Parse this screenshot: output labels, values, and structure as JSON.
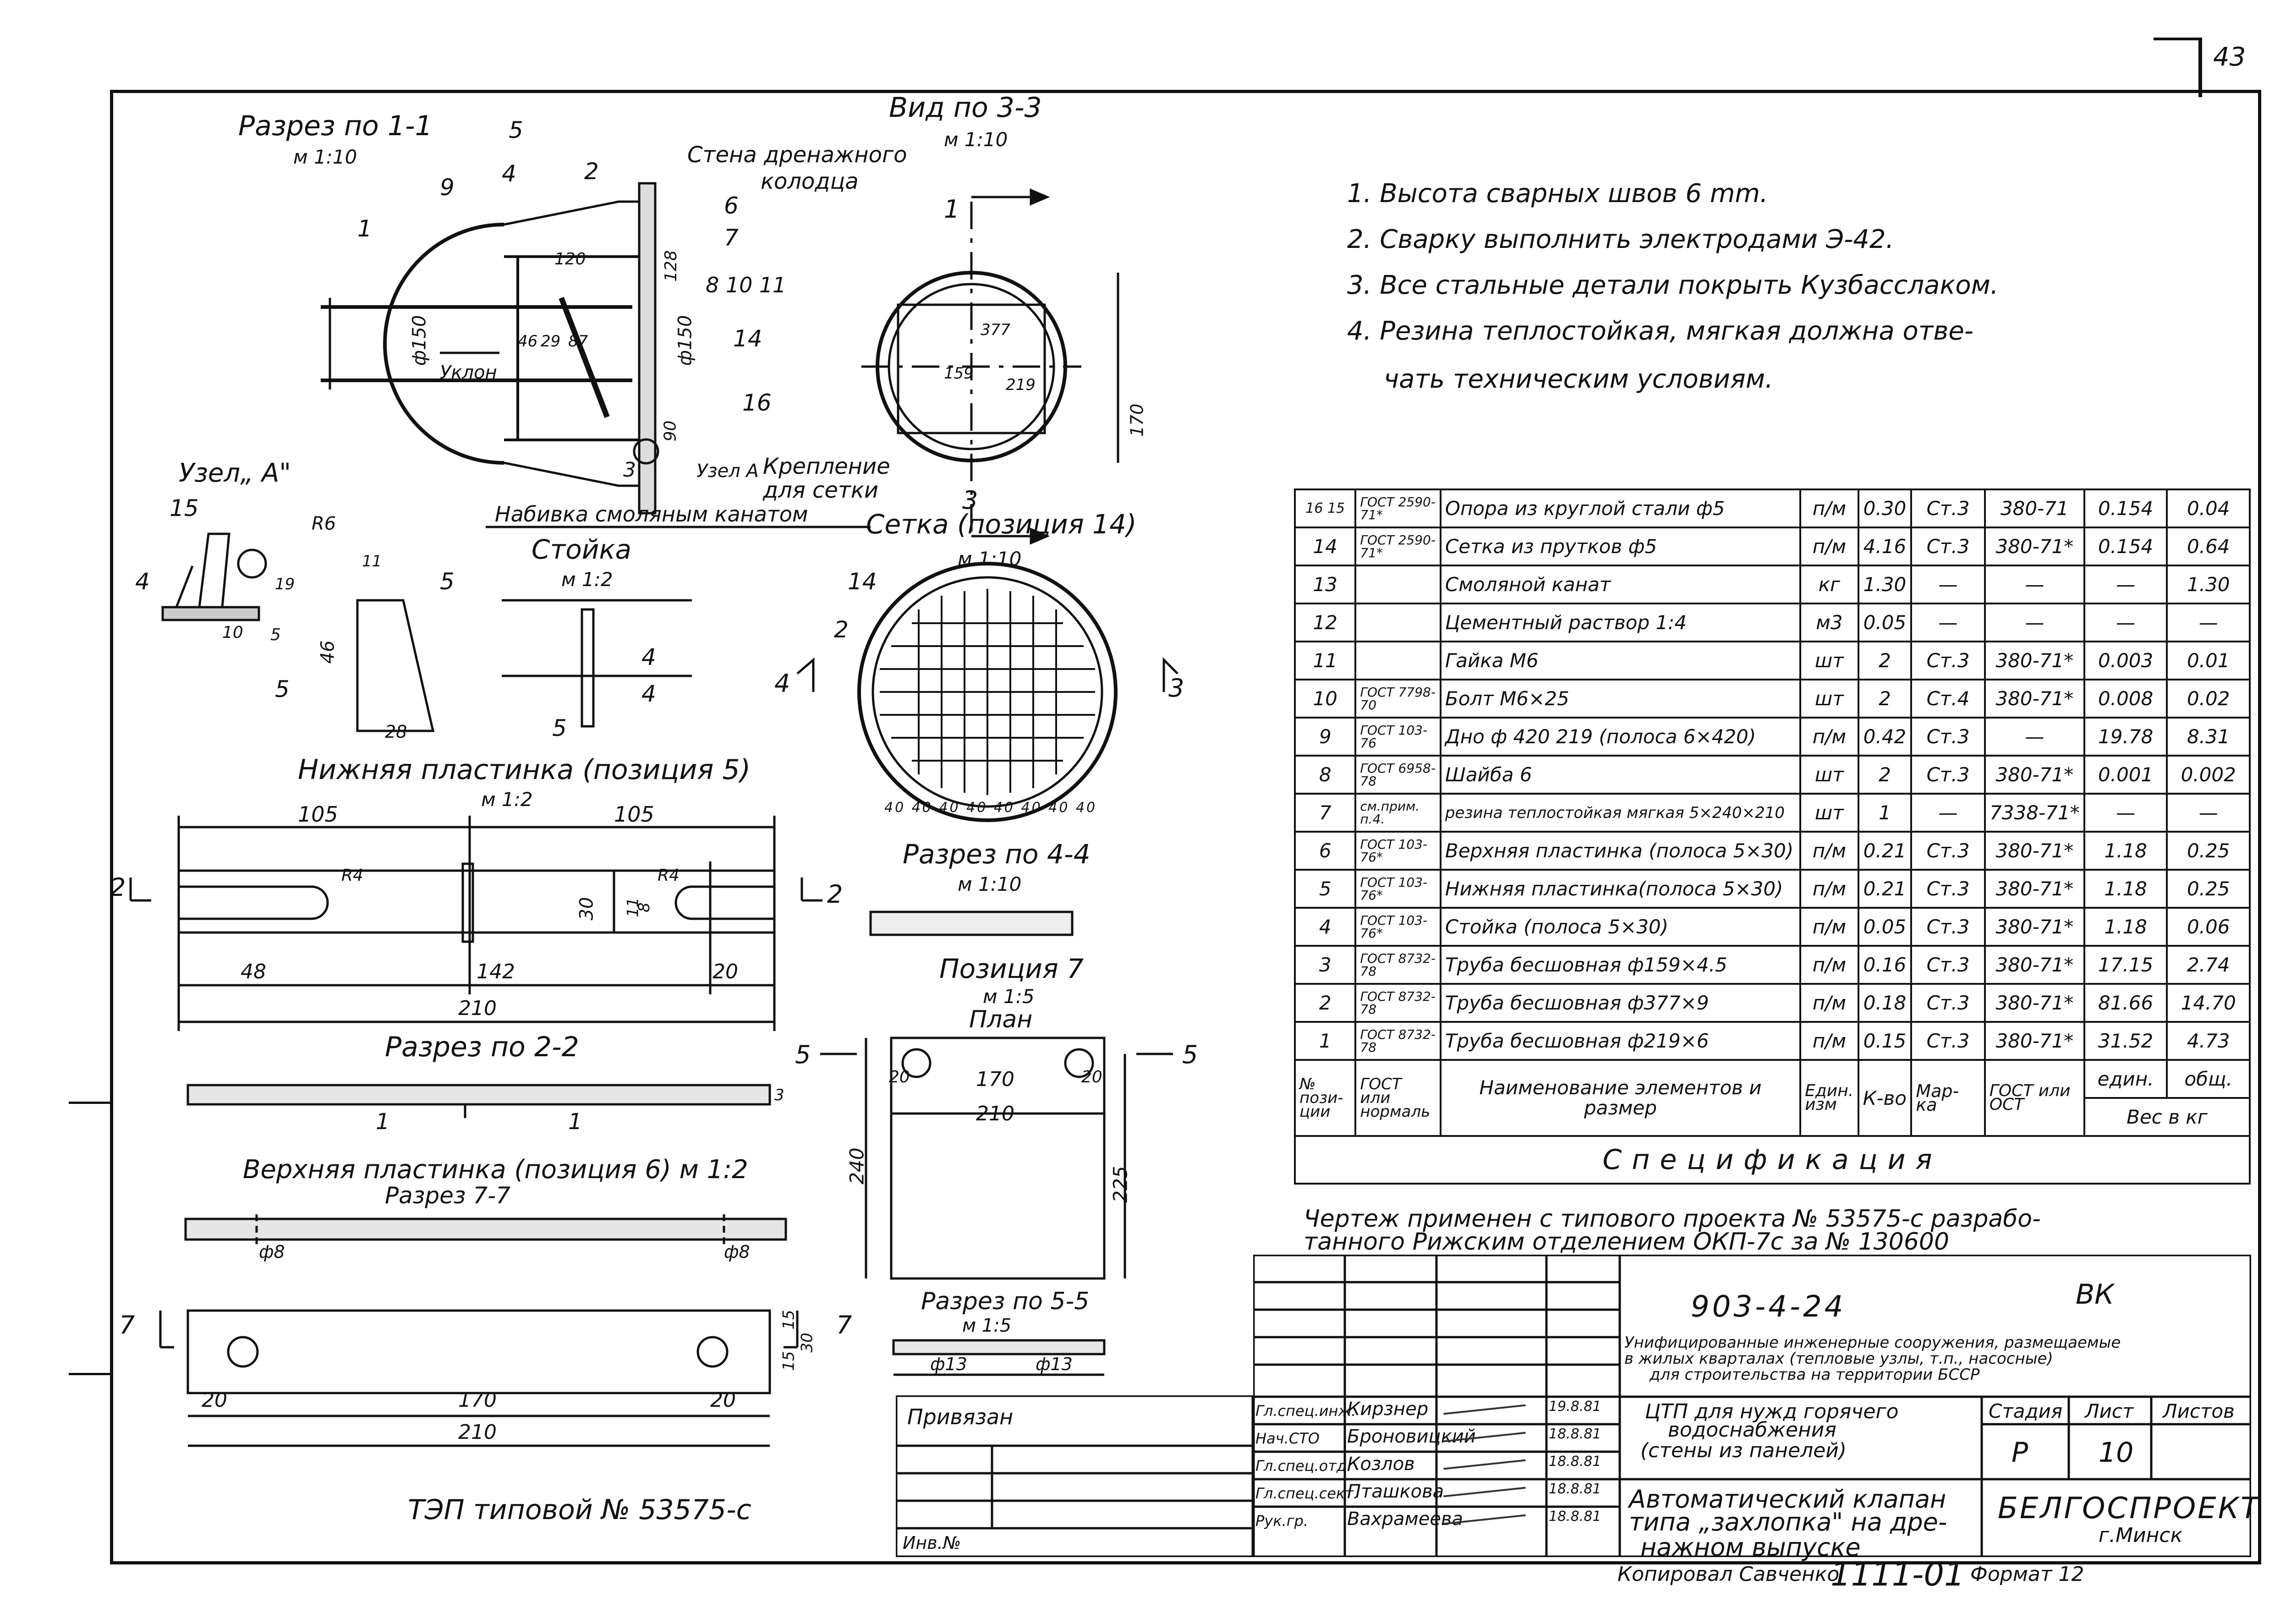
{
  "page_number": "43",
  "notes": [
    "1. Высота сварных швов 6 mm.",
    "2. Сварку выполнить электродами Э-42.",
    "3. Все стальные детали покрыть Кузбасслаком.",
    "4. Резина теплостойкая, мягкая должна отве-",
    "чать техническим условиям."
  ],
  "views": {
    "section_1_1": "Разрез по 1-1",
    "section_1_1_scale": "м 1:10",
    "view_3_3": "Вид по 3-3",
    "view_3_3_scale": "м 1:10",
    "wall_label_1": "Стена дренажного",
    "wall_label_2": "колодца",
    "slope": "Уклон",
    "node_a_ref": "Узел А",
    "fastening_1": "Крепление",
    "fastening_2": "для сетки",
    "packing": "Набивка смоляным канатом",
    "node_a": "Узел„ А\"",
    "post": "Стойка",
    "post_scale": "м 1:2",
    "mesh": "Сетка (позиция 14)",
    "mesh_scale": "м 1:10",
    "lower_plate": "Нижняя пластинка (позиция 5)",
    "lower_plate_scale": "м 1:2",
    "section_4_4": "Разрез по 4-4",
    "section_4_4_scale": "м 1:10",
    "position_7": "Позиция 7",
    "position_7_scale": "м 1:5",
    "plan": "План",
    "section_2_2": "Разрез по 2-2",
    "upper_plate": "Верхняя пластинка (позиция 6) м 1:2",
    "section_7_7": "Разрез 7-7",
    "section_5_5": "Разрез по 5-5",
    "section_5_5_scale": "м 1:5",
    "tep": "ТЭП типовой № 53575-с"
  },
  "dims": {
    "d150a": "ф150",
    "d150b": "ф150",
    "d120": "120",
    "d128": "128",
    "d8_10_11": "8 10 11",
    "d46": "46",
    "d29": "29",
    "d87": "87",
    "d90": "90",
    "d170v": "170",
    "d377": "377",
    "d159": "159",
    "d219": "219",
    "r6": "R6",
    "d19": "19",
    "d10": "10",
    "d5": "5",
    "d46b": "46",
    "d28": "28",
    "d11": "11",
    "d105a": "105",
    "d105b": "105",
    "r4a": "R4",
    "r4b": "R4",
    "d30": "30",
    "d11b": "11",
    "d8": "8",
    "d48": "48",
    "d142": "142",
    "d20a": "20",
    "d210a": "210",
    "mesh40": "40 40 40 40 40 40 40 40",
    "p7_20a": "20",
    "p7_170": "170",
    "p7_20b": "20",
    "p7_210": "210",
    "p7_240": "240",
    "p7_225": "225",
    "phi8a": "ф8",
    "phi8b": "ф8",
    "d3": "3",
    "b20a": "20",
    "b170": "170",
    "b20b": "20",
    "b210": "210",
    "b15a": "15",
    "b15b": "15",
    "b30": "30",
    "phi13a": "ф13",
    "phi13b": "ф13"
  },
  "callouts": [
    "1",
    "9",
    "4",
    "5",
    "2",
    "6",
    "7",
    "14",
    "16",
    "3",
    "1",
    "2",
    "14",
    "15",
    "4",
    "5",
    "5",
    "4",
    "5",
    "4",
    "4",
    "2",
    "2",
    "7",
    "7",
    "5",
    "5",
    "1",
    "1",
    "3",
    "3"
  ],
  "spec": {
    "title": "Спецификация",
    "header": {
      "pos": "№ пози- ции",
      "gost": "ГОСТ или нормаль",
      "name": "Наименование элементов и размер",
      "unit": "Един. изм",
      "qty": "К-во",
      "mark": "Мар- ка",
      "gost_ost": "ГОСТ или ОСТ",
      "w_unit": "един.",
      "w_total": "общ.",
      "weight": "Вес в кг"
    },
    "rows": [
      {
        "pos": "16 15",
        "gost": "ГОСТ 2590-71*",
        "name": "Опора из круглой стали ф5",
        "unit": "п/м",
        "qty": "0.30",
        "mark": "Ст.3",
        "ost": "380-71",
        "wu": "0.154",
        "wt": "0.04"
      },
      {
        "pos": "14",
        "gost": "ГОСТ 2590-71*",
        "name": "Сетка из прутков ф5",
        "unit": "п/м",
        "qty": "4.16",
        "mark": "Ст.3",
        "ost": "380-71*",
        "wu": "0.154",
        "wt": "0.64"
      },
      {
        "pos": "13",
        "gost": "",
        "name": "Смоляной канат",
        "unit": "кг",
        "qty": "1.30",
        "mark": "—",
        "ost": "—",
        "wu": "—",
        "wt": "1.30"
      },
      {
        "pos": "12",
        "gost": "",
        "name": "Цементный раствор 1:4",
        "unit": "м3",
        "qty": "0.05",
        "mark": "—",
        "ost": "—",
        "wu": "—",
        "wt": "—"
      },
      {
        "pos": "11",
        "gost": "",
        "name": "Гайка М6",
        "unit": "шт",
        "qty": "2",
        "mark": "Ст.3",
        "ost": "380-71*",
        "wu": "0.003",
        "wt": "0.01"
      },
      {
        "pos": "10",
        "gost": "ГОСТ 7798-70",
        "name": "Болт М6×25",
        "unit": "шт",
        "qty": "2",
        "mark": "Ст.4",
        "ost": "380-71*",
        "wu": "0.008",
        "wt": "0.02"
      },
      {
        "pos": "9",
        "gost": "ГОСТ 103-76",
        "name": "Дно ф 420 219 (полоса 6×420)",
        "unit": "п/м",
        "qty": "0.42",
        "mark": "Ст.3",
        "ost": "—",
        "wu": "19.78",
        "wt": "8.31"
      },
      {
        "pos": "8",
        "gost": "ГОСТ 6958-78",
        "name": "Шайба 6",
        "unit": "шт",
        "qty": "2",
        "mark": "Ст.3",
        "ost": "380-71*",
        "wu": "0.001",
        "wt": "0.002"
      },
      {
        "pos": "7",
        "gost": "см.прим. п.4.",
        "name": "резина теплостойкая мягкая 5×240×210",
        "unit": "шт",
        "qty": "1",
        "mark": "—",
        "ost": "7338-71*",
        "wu": "—",
        "wt": "—"
      },
      {
        "pos": "6",
        "gost": "ГОСТ 103-76*",
        "name": "Верхняя пластинка (полоса 5×30)",
        "unit": "п/м",
        "qty": "0.21",
        "mark": "Ст.3",
        "ost": "380-71*",
        "wu": "1.18",
        "wt": "0.25"
      },
      {
        "pos": "5",
        "gost": "ГОСТ 103-76*",
        "name": "Нижняя пластинка(полоса 5×30)",
        "unit": "п/м",
        "qty": "0.21",
        "mark": "Ст.3",
        "ost": "380-71*",
        "wu": "1.18",
        "wt": "0.25"
      },
      {
        "pos": "4",
        "gost": "ГОСТ 103-76*",
        "name": "Стойка (полоса 5×30)",
        "unit": "п/м",
        "qty": "0.05",
        "mark": "Ст.3",
        "ost": "380-71*",
        "wu": "1.18",
        "wt": "0.06"
      },
      {
        "pos": "3",
        "gost": "ГОСТ 8732-78",
        "name": "Труба бесшовная ф159×4.5",
        "unit": "п/м",
        "qty": "0.16",
        "mark": "Ст.3",
        "ost": "380-71*",
        "wu": "17.15",
        "wt": "2.74"
      },
      {
        "pos": "2",
        "gost": "ГОСТ 8732-78",
        "name": "Труба бесшовная ф377×9",
        "unit": "п/м",
        "qty": "0.18",
        "mark": "Ст.3",
        "ost": "380-71*",
        "wu": "81.66",
        "wt": "14.70"
      },
      {
        "pos": "1",
        "gost": "ГОСТ 8732-78",
        "name": "Труба бесшовная ф219×6",
        "unit": "п/м",
        "qty": "0.15",
        "mark": "Ст.3",
        "ost": "380-71*",
        "wu": "31.52",
        "wt": "4.73"
      }
    ]
  },
  "applied_note_1": "Чертеж применен с типового проекта № 53575-с разрабо-",
  "applied_note_2": "танного Рижским отделением ОКП-7с за № 130600",
  "title_block": {
    "code": "903-4-24",
    "sheet_mark": "ВК",
    "desc_1": "Унифицированные инженерные сооружения, размещаемые",
    "desc_2": "в жилых кварталах (тепловые узлы, т.п., насосные)",
    "desc_3": "для строительства на территории БССР",
    "privyazan": "Привязан",
    "inv": "Инв.№",
    "roles": [
      {
        "role": "Гл.спец.инж.",
        "name": "Кирзнер",
        "date": "19.8.81"
      },
      {
        "role": "Нач.СТО",
        "name": "Броновицкий",
        "date": "18.8.81"
      },
      {
        "role": "Гл.спец.отд.",
        "name": "Козлов",
        "date": "18.8.81"
      },
      {
        "role": "Гл.спец.сект.",
        "name": "Пташкова",
        "date": "18.8.81"
      },
      {
        "role": "Рук.гр.",
        "name": "Вахрамеева",
        "date": "18.8.81"
      }
    ],
    "object_1": "ЦТП для нужд горячего",
    "object_2": "водоснабжения",
    "object_3": "(стены из панелей)",
    "sheet_title_1": "Автоматический клапан",
    "sheet_title_2": "типа „захлопка\" на дре-",
    "sheet_title_3": "нажном выпуске",
    "stage_label": "Стадия",
    "sheet_label": "Лист",
    "sheets_label": "Листов",
    "stage": "Р",
    "sheet": "10",
    "org": "БЕЛГОСПРОЕКТ",
    "city": "г.Минск"
  },
  "footer": {
    "copied": "Копировал Савченко",
    "number": "1111-01",
    "format": "Формат 12"
  }
}
